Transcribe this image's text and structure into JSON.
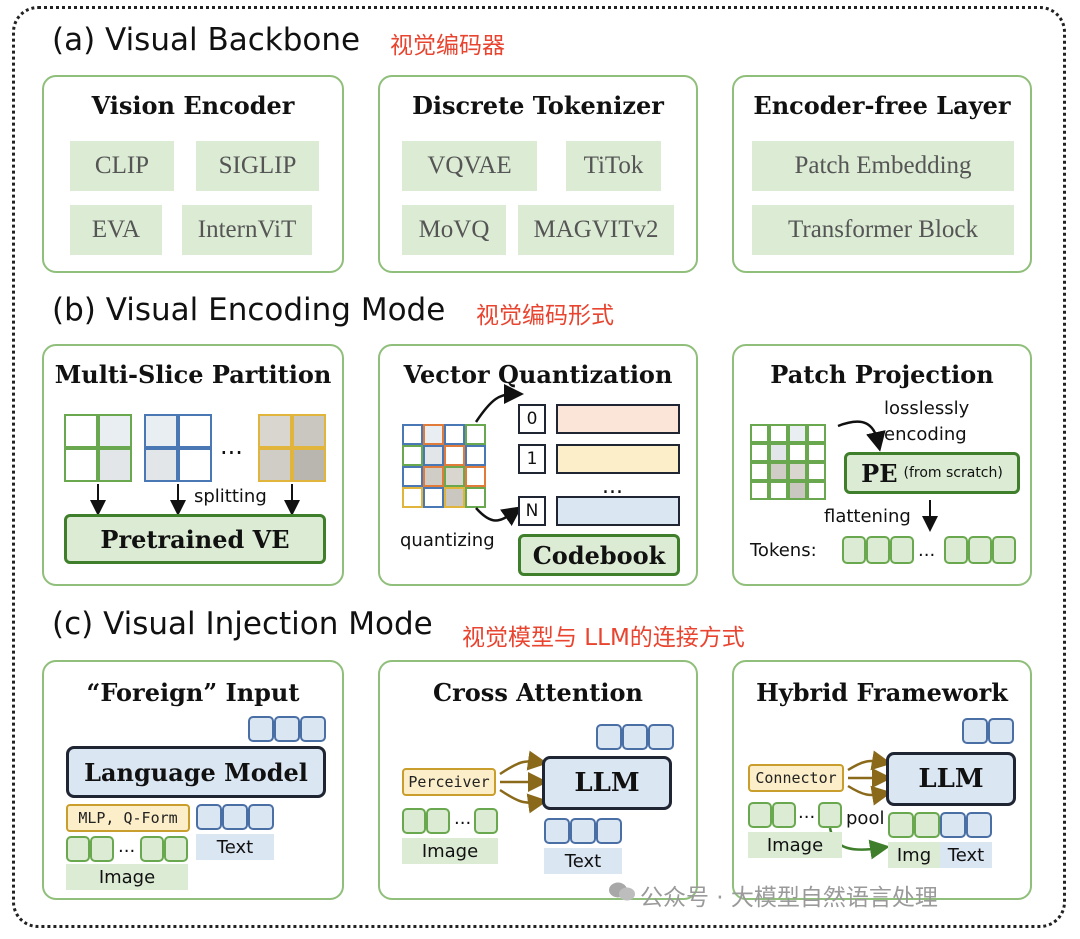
{
  "sections": {
    "a": {
      "title": "(a) Visual Backbone",
      "zh": "视觉编码器"
    },
    "b": {
      "title": "(b) Visual Encoding Mode",
      "zh": "视觉编码形式"
    },
    "c": {
      "title": "(c) Visual Injection Mode",
      "zh": "视觉模型与 LLM的连接方式"
    }
  },
  "backbone": {
    "vision_encoder": {
      "title": "Vision Encoder",
      "items": [
        "CLIP",
        "SIGLIP",
        "EVA",
        "InternViT"
      ]
    },
    "discrete_tokenizer": {
      "title": "Discrete Tokenizer",
      "items": [
        "VQVAE",
        "TiTok",
        "MoVQ",
        "MAGVITv2"
      ]
    },
    "encoder_free": {
      "title": "Encoder-free Layer",
      "items": [
        "Patch Embedding",
        "Transformer Block"
      ]
    }
  },
  "encoding": {
    "multi_slice": {
      "title": "Multi-Slice Partition",
      "ellipsis": "...",
      "splitting": "splitting",
      "box": "Pretrained VE"
    },
    "vector_quant": {
      "title": "Vector Quantization",
      "indices": [
        "0",
        "1",
        "N"
      ],
      "dots": "...",
      "quantizing": "quantizing",
      "codebook": "Codebook"
    },
    "patch_proj": {
      "title": "Patch Projection",
      "lossless": "losslessly",
      "encoding": "encoding",
      "pe": "PE",
      "pe_note": "(from scratch)",
      "flattening": "flattening",
      "tokens": "Tokens:",
      "dots": "..."
    }
  },
  "injection": {
    "foreign": {
      "title": "“Foreign” Input",
      "lm": "Language Model",
      "mlp": "MLP, Q-Form",
      "text": "Text",
      "image": "Image",
      "dots": "..."
    },
    "cross": {
      "title": "Cross Attention",
      "perceiver": "Perceiver",
      "llm": "LLM",
      "image": "Image",
      "text": "Text",
      "dots": "..."
    },
    "hybrid": {
      "title": "Hybrid Framework",
      "connector": "Connector",
      "llm": "LLM",
      "image": "Image",
      "pool": "pool",
      "img": "Img",
      "text": "Text",
      "dots": "..."
    }
  },
  "watermark": "公众号 · 大模型自然语言处理",
  "colors": {
    "panel_border": "#8fbf7a",
    "chip_fill": "#dcebd4",
    "blue_fill": "#dbe6f3",
    "zh_red": "#e8442f",
    "yellow_fill": "#fbeec8"
  }
}
